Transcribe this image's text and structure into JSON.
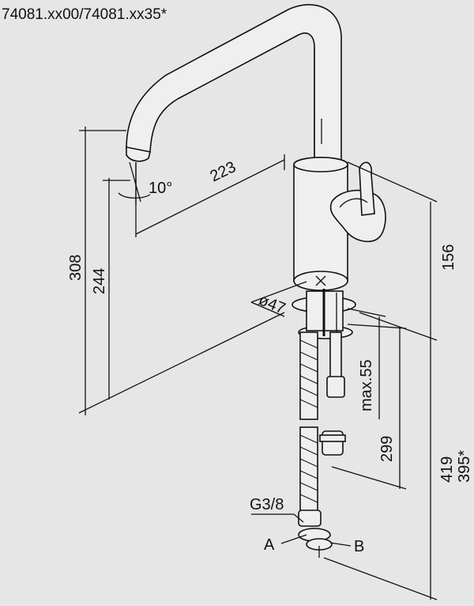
{
  "title": "74081.xx00/74081.xx35*",
  "dimensions": {
    "angle": "10°",
    "reach": "223",
    "total_height": "308",
    "spout_height": "244",
    "body_height": "156",
    "hole_diameter": "ø47",
    "max_thickness": "max.55",
    "hose_length": "299",
    "hose_total_a": "419",
    "hose_total_b": "395*",
    "connection": "G3/8"
  },
  "labels": {
    "a": "A",
    "b": "B"
  }
}
